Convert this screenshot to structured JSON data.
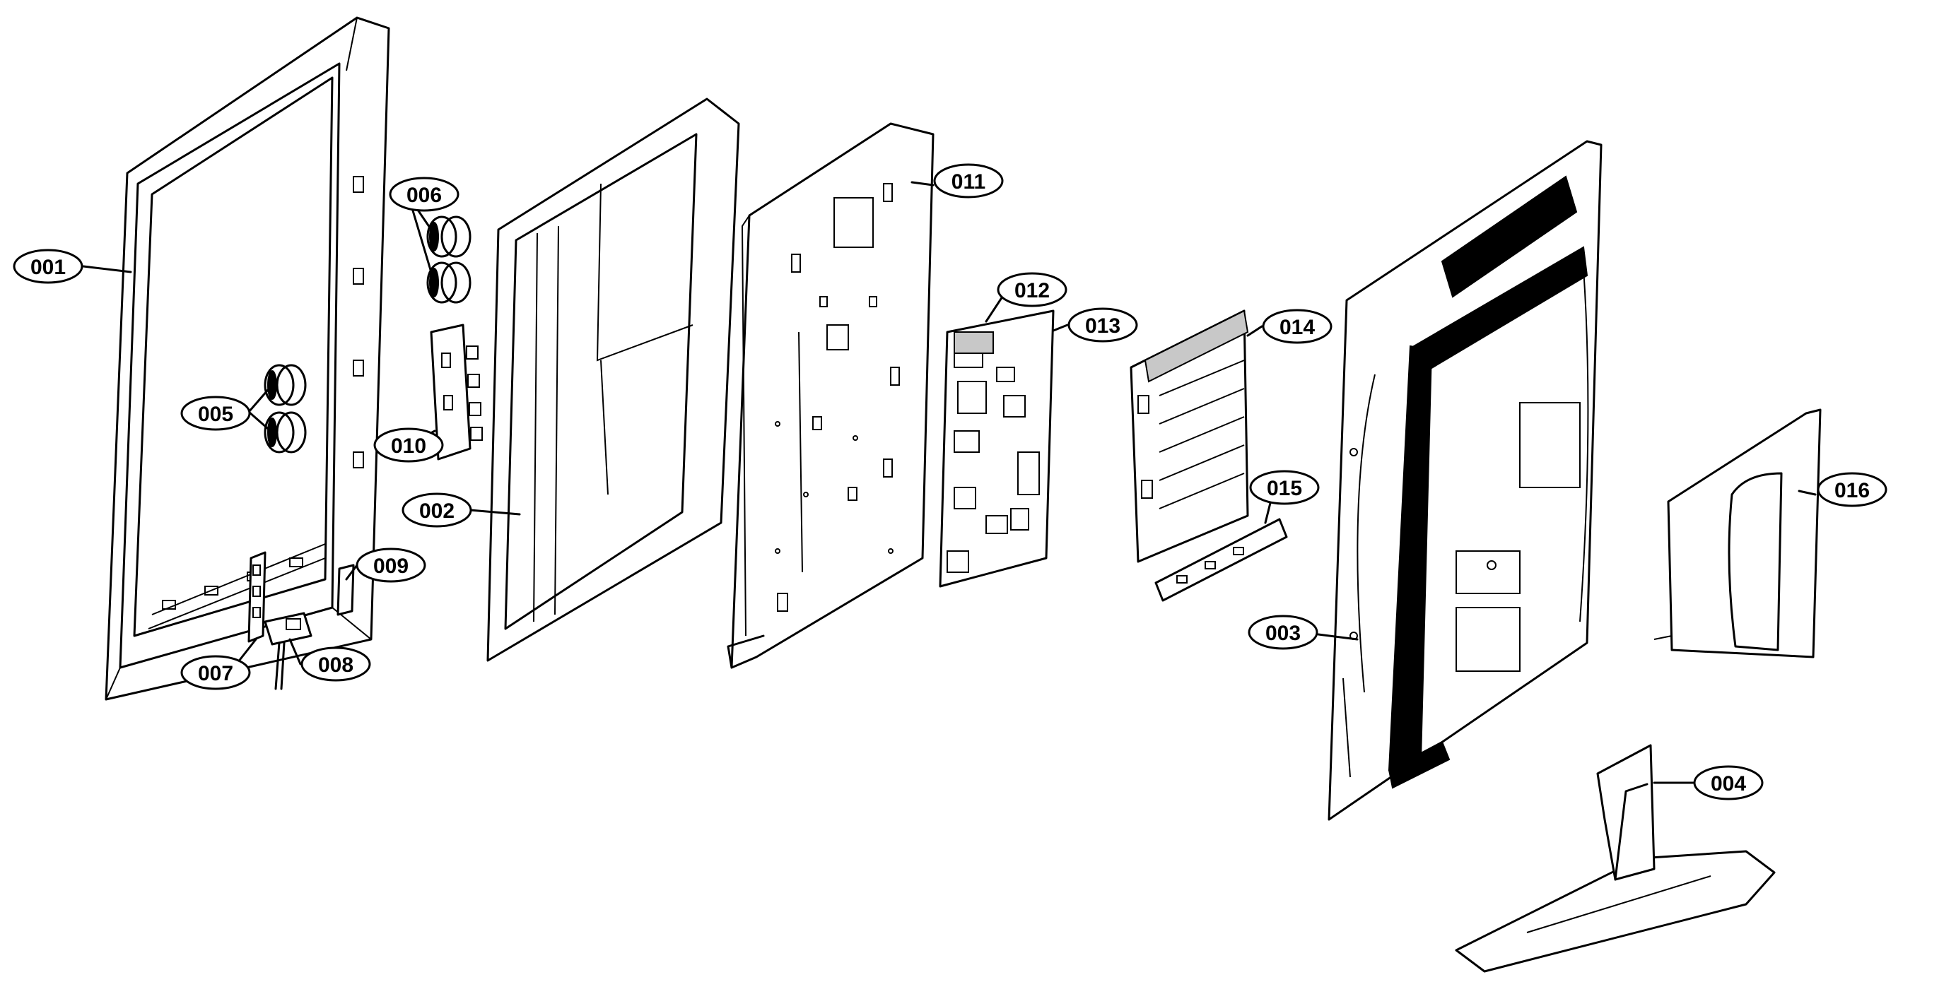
{
  "callouts": {
    "p001": "001",
    "p002": "002",
    "p003": "003",
    "p004": "004",
    "p005": "005",
    "p006": "006",
    "p007": "007",
    "p008": "008",
    "p009": "009",
    "p010": "010",
    "p011": "011",
    "p012": "012",
    "p013": "013",
    "p014": "014",
    "p015": "015",
    "p016": "016"
  }
}
